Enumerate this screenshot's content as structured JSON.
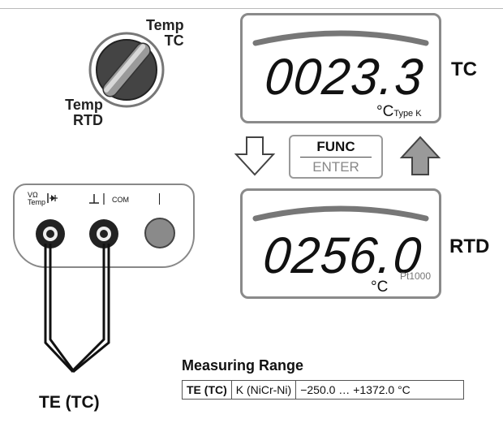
{
  "switch": {
    "label_tc_line1": "Temp",
    "label_tc_line2": "TC",
    "label_rtd_line1": "Temp",
    "label_rtd_line2": "RTD"
  },
  "display_tc": {
    "reading": "0023.3",
    "unit": "°C",
    "unit_sub": "Type K",
    "side_label": "TC"
  },
  "display_rtd": {
    "reading": "0256.0",
    "unit": "°C",
    "unit_sub": "Pt1000",
    "side_label": "RTD"
  },
  "func_button": {
    "top_label": "FUNC",
    "bottom_label": "ENTER"
  },
  "meter": {
    "jack1_label_line1": "VΩ",
    "jack1_label_line2": "Temp",
    "jack2_label": "COM"
  },
  "probe_label": "TE (TC)",
  "range_table": {
    "title": "Measuring Range",
    "rows": [
      {
        "sensor": "TE (TC)",
        "type": "K (NiCr-Ni)",
        "range": "−250.0 … +1372.0 °C"
      }
    ]
  },
  "colors": {
    "display_border": "#8a8a8a",
    "arrow_gray": "#999999",
    "jack_red": "#8a8a8a"
  }
}
